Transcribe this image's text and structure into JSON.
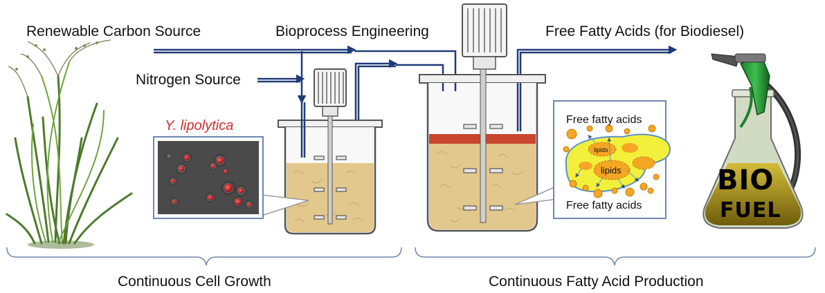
{
  "labels": {
    "renewable_carbon": "Renewable Carbon Source",
    "bioprocess": "Bioprocess Engineering",
    "free_fatty_acids_biodiesel": "Free Fatty Acids (for Biodiesel)",
    "nitrogen": "Nitrogen Source",
    "organism": "Y. lipolytica",
    "ffa_top": "Free fatty acids",
    "ffa_bottom": "Free fatty acids",
    "lipids_main": "lipids",
    "lipids_small": "lipids",
    "bio": "BIO",
    "fuel": "FUEL",
    "stage_growth": "Continuous Cell Growth",
    "stage_production": "Continuous Fatty Acid Production"
  },
  "colors": {
    "arrow": "#1f3b78",
    "broth": "#e2c88c",
    "lipid_layer": "#c8462e",
    "bubble": "#f5a623",
    "cell_core": "#d23a3a",
    "micro_bg": "#4a4a4a",
    "lipid_cell": "#f2f03a",
    "bracket": "#6f86b0",
    "fuel": "#b59a16"
  }
}
